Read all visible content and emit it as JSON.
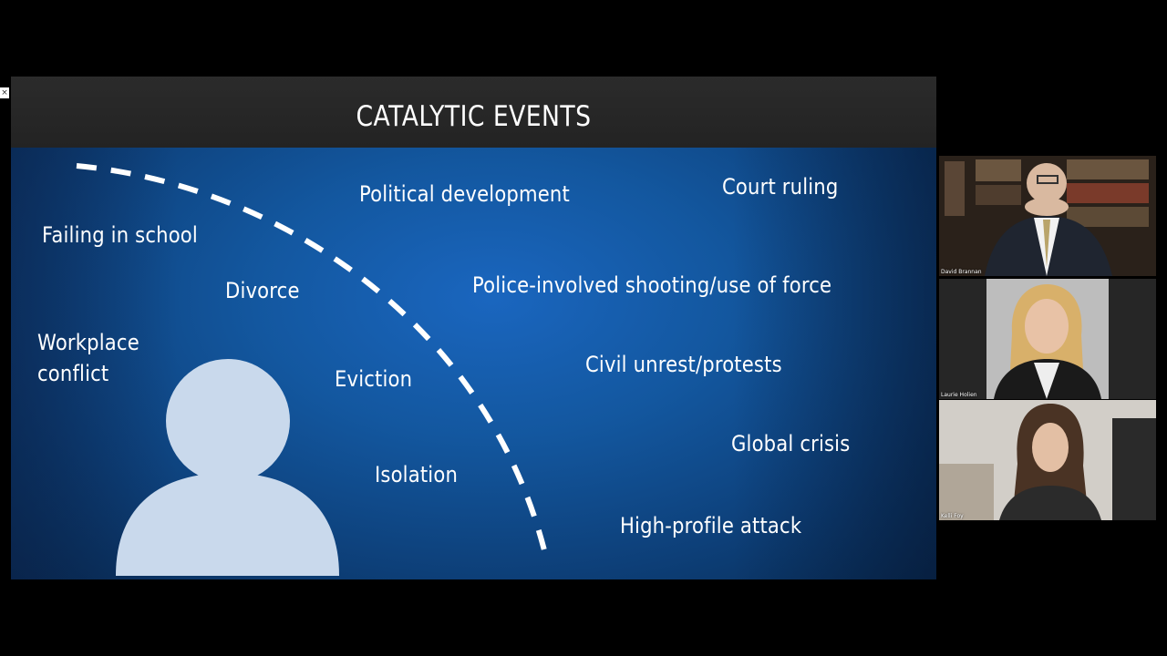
{
  "window": {
    "close_glyph": "×"
  },
  "slide": {
    "title": "CATALYTIC EVENTS",
    "personal_events": [
      "Failing in school",
      "Divorce",
      "Workplace",
      "conflict",
      "Eviction",
      "Isolation"
    ],
    "societal_events": [
      "Political development",
      "Court ruling",
      "Police-involved shooting/use of force",
      "Civil unrest/protests",
      "Global crisis",
      "High-profile attack"
    ],
    "colors": {
      "header": "#262626",
      "body": "#13579f",
      "person": "#c9d9ec",
      "text": "#ffffff"
    }
  },
  "participants": [
    {
      "name": "David Brannan"
    },
    {
      "name": "Laurie Holien"
    },
    {
      "name": "Kelli Foy"
    }
  ]
}
